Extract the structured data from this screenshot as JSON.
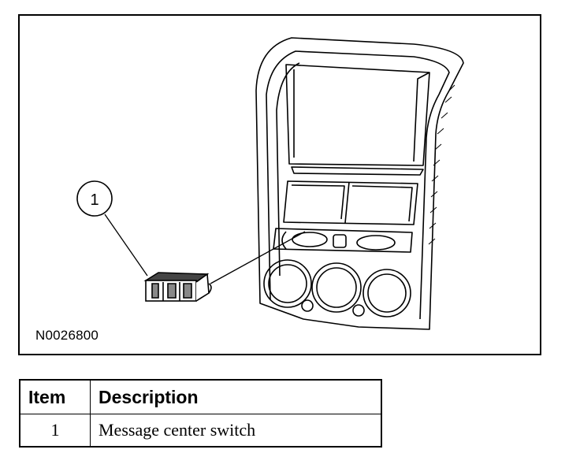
{
  "figure": {
    "callout_number": "1",
    "figure_id": "N0026800"
  },
  "legend_table": {
    "headers": {
      "item": "Item",
      "description": "Description"
    },
    "rows": [
      {
        "item": "1",
        "description": "Message center switch"
      }
    ]
  }
}
